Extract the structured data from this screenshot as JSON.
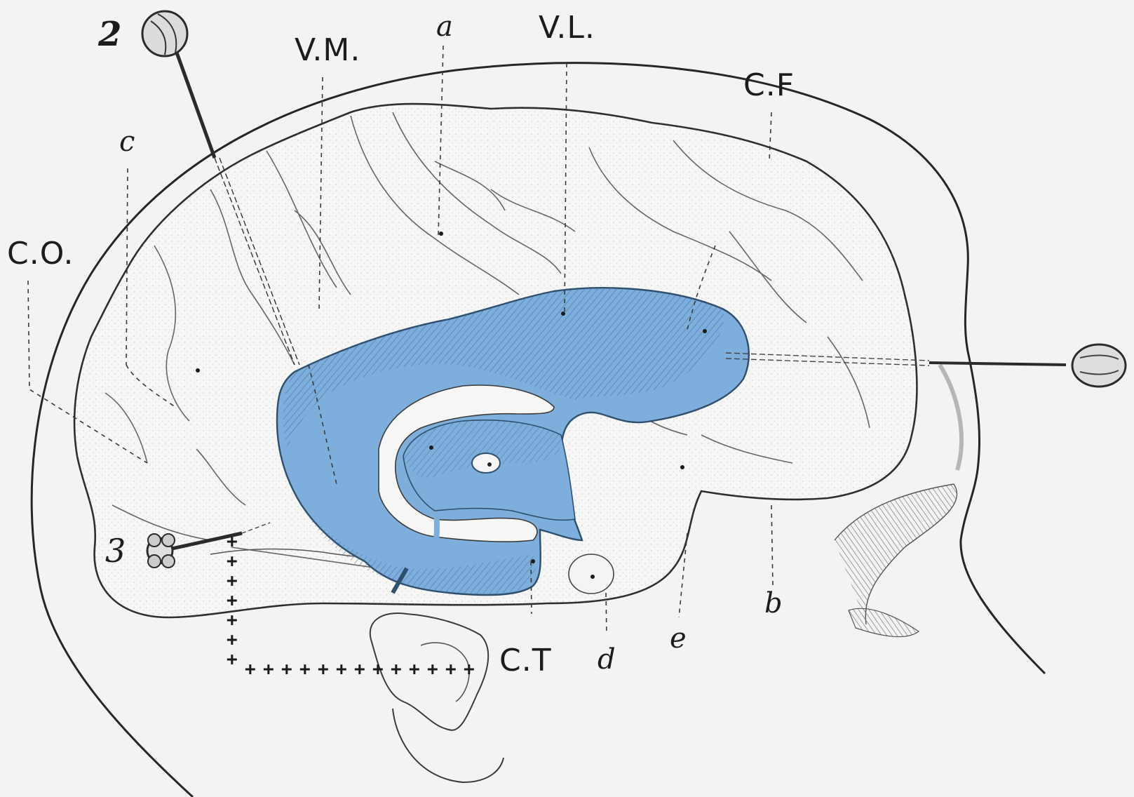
{
  "labels": {
    "vm": "V.M.",
    "a": "a",
    "vl": "V.L.",
    "cf": "C.F",
    "c": "c",
    "co": "C.O.",
    "b": "b",
    "ct": "C.T",
    "d": "d",
    "e": "e",
    "pin_2": "2",
    "pin_3": "3"
  },
  "colors": {
    "ventricle_fill": "#7eaedb",
    "ventricle_shade": "#3d6f9e",
    "outline": "#2a2a2a",
    "background": "#f3f4f2"
  }
}
